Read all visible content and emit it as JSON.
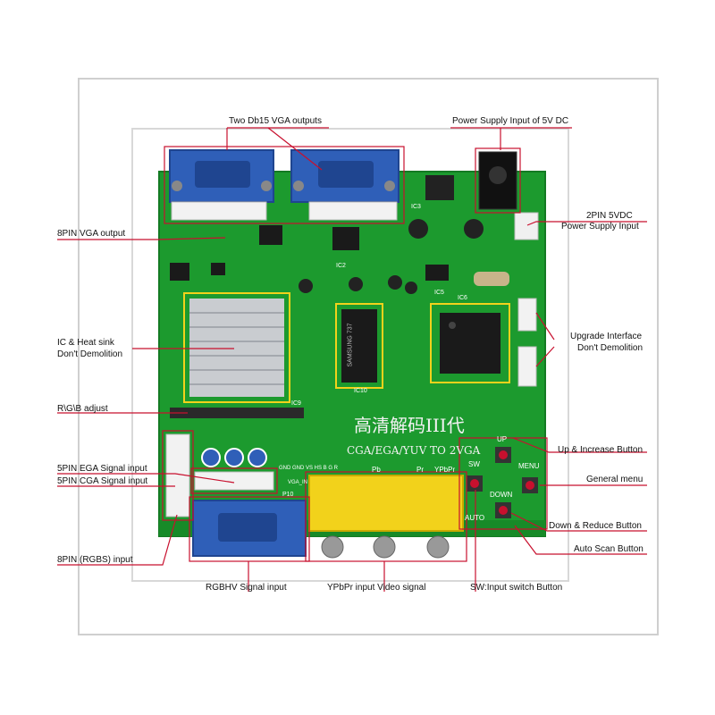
{
  "colors": {
    "frame": "#cfcfcf",
    "pcb": "#1c9a2e",
    "leader": "#c8102e",
    "vga_blue": "#2f5fb8",
    "rca_yellow": "#f2d21b",
    "heatsink": "#c9ccd0"
  },
  "labels": {
    "two_db15_vga": "Two  Db15 VGA outputs",
    "power_5v_dc": "Power Supply Input of 5V DC",
    "two_pin_5vdc_line1": "2PIN 5VDC",
    "two_pin_5vdc_line2": "Power Supply Input",
    "eight_pin_vga_output": "8PIN VGA output",
    "ic_heatsink_line1": "IC & Heat sink",
    "ic_heatsink_line2": "Don't Demolition",
    "upgrade_line1": "Upgrade Interface",
    "upgrade_line2": "Don't Demolition",
    "rgb_adjust": "R\\G\\B  adjust",
    "up_increase": "Up & Increase Button",
    "egasignal": "5PIN EGA Signal input",
    "cgasignal": "5PIN CGA Signal input",
    "general_menu": "General menu",
    "down_reduce": "Down & Reduce Button",
    "auto_scan": "Auto Scan Button",
    "eight_pin_rgbs": "8PIN (RGBS) input",
    "rgbhv_signal": "RGBHV Signal input",
    "ypbpr_video": "YPbPr input Video signal",
    "sw_input_switch": "SW:Input switch Button"
  },
  "board": {
    "title_cn": "高清解码III代",
    "subtitle": "CGA/EGA/YUV TO 2VGA",
    "btn_up": "UP",
    "btn_menu": "MENU",
    "btn_sw": "SW",
    "btn_down": "DOWN",
    "btn_auto": "AUTO",
    "rca_pb": "Pb",
    "rca_pr": "Pr",
    "rca_ypbpr": "YPbPr",
    "ic_main": "SAMSUNG 737",
    "ic_label_ic10": "IC10",
    "ic_label_ic9": "IC9",
    "ic_label_ic6": "IC6",
    "ic_label_ic5": "IC5",
    "ic_label_ic3": "IC3",
    "ic_label_ic2": "IC2",
    "p_label_p10": "P10",
    "vga_in": "VGA_IN",
    "gnd_pins": "GND GND VS HS B G R"
  }
}
